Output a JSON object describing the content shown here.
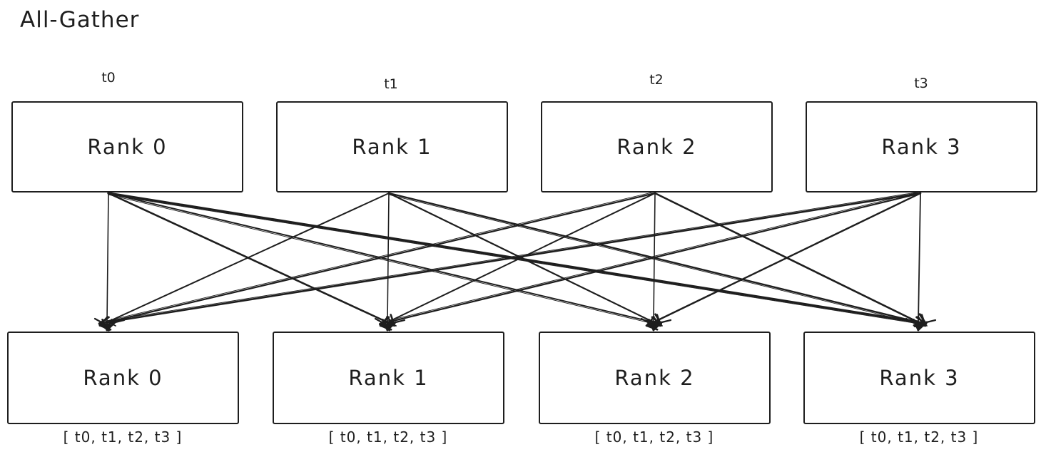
{
  "title": "All-Gather",
  "colors": {
    "stroke": "#1e1e1e",
    "background": "#ffffff"
  },
  "top_row": [
    {
      "label": "Rank 0",
      "input_label": "t0"
    },
    {
      "label": "Rank 1",
      "input_label": "t1"
    },
    {
      "label": "Rank 2",
      "input_label": "t2"
    },
    {
      "label": "Rank 3",
      "input_label": "t3"
    }
  ],
  "bottom_row": [
    {
      "label": "Rank 0",
      "output_label": "[ t0, t1, t2, t3 ]"
    },
    {
      "label": "Rank 1",
      "output_label": "[ t0, t1, t2, t3 ]"
    },
    {
      "label": "Rank 2",
      "output_label": "[ t0, t1, t2, t3 ]"
    },
    {
      "label": "Rank 3",
      "output_label": "[ t0, t1, t2, t3 ]"
    }
  ],
  "edges": [
    {
      "from": 0,
      "to": 0
    },
    {
      "from": 0,
      "to": 1
    },
    {
      "from": 0,
      "to": 2
    },
    {
      "from": 0,
      "to": 3
    },
    {
      "from": 1,
      "to": 0
    },
    {
      "from": 1,
      "to": 1
    },
    {
      "from": 1,
      "to": 2
    },
    {
      "from": 1,
      "to": 3
    },
    {
      "from": 2,
      "to": 0
    },
    {
      "from": 2,
      "to": 1
    },
    {
      "from": 2,
      "to": 2
    },
    {
      "from": 2,
      "to": 3
    },
    {
      "from": 3,
      "to": 0
    },
    {
      "from": 3,
      "to": 1
    },
    {
      "from": 3,
      "to": 2
    },
    {
      "from": 3,
      "to": 3
    }
  ]
}
